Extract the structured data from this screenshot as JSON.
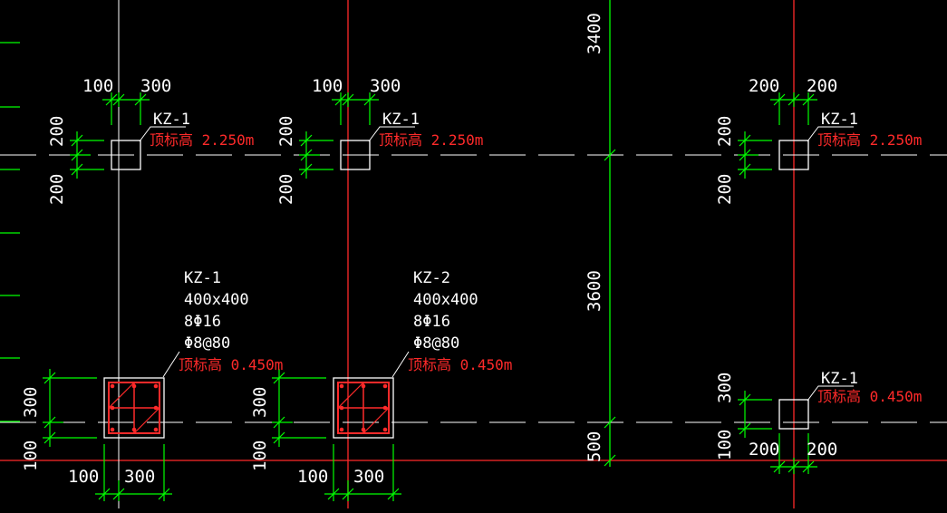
{
  "colors": {
    "background": "#000000",
    "grid_red": "#ff2a2a",
    "grid_green": "#00ff00",
    "line_white": "#ffffff",
    "rebar_red": "#ff2a2a"
  },
  "dims": {
    "d100": "100",
    "d200": "200",
    "d300": "300",
    "d500": "500",
    "d3400": "3400",
    "d3600": "3600"
  },
  "columns": {
    "kz1": "KZ-1",
    "kz2": "KZ-2",
    "elev_top": "顶标高 2.250m",
    "elev_low": "顶标高 0.450m",
    "size": "400x400",
    "main_bars": "8Φ16",
    "stirrups": "Φ8@80"
  }
}
